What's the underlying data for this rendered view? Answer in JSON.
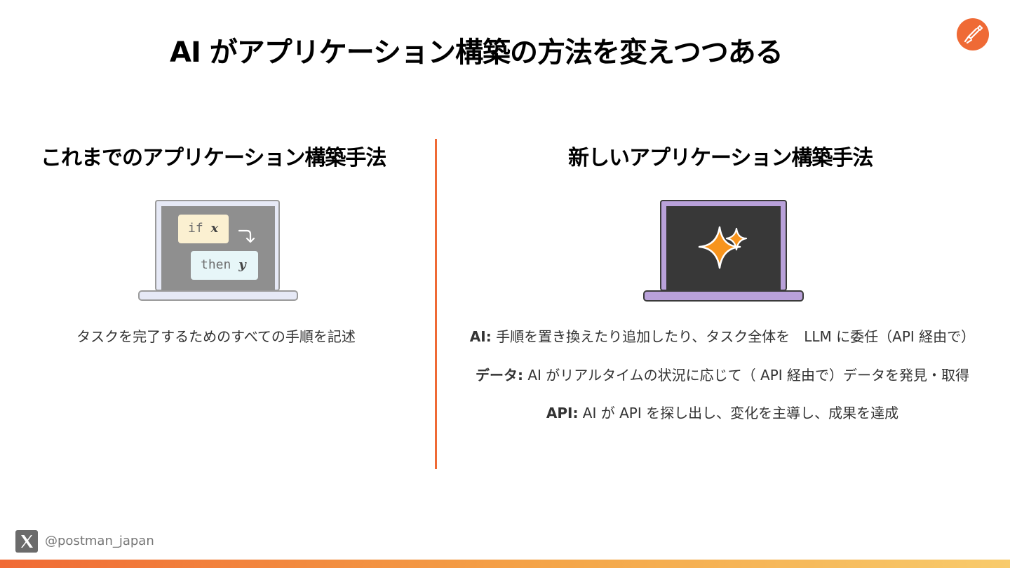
{
  "slide": {
    "title": "AI がアプリケーション構築の方法を変えつつある",
    "logo_icon": "postman-rocket-icon",
    "accent_color": "#ef6a35"
  },
  "left": {
    "heading": "これまでのアプリケーション構築手法",
    "code_if_keyword": "if",
    "code_if_var": "x",
    "code_then_keyword": "then",
    "code_then_var": "y",
    "description": "タスクを完了するためのすべての手順を記述"
  },
  "right": {
    "heading": "新しいアプリケーション構築手法",
    "bullets": [
      {
        "label": "AI:",
        "text": " 手順を置き換えたり追加したり、タスク全体を　LLM に委任（API 経由で）"
      },
      {
        "label": "データ:",
        "text": " AI がリアルタイムの状況に応じて（ API 経由で）データを発見・取得"
      },
      {
        "label": "API:",
        "text": " AI が API を探し出し、変化を主導し、成果を達成"
      }
    ]
  },
  "footer": {
    "social_icon": "x-logo-icon",
    "handle": "@postman_japan"
  }
}
